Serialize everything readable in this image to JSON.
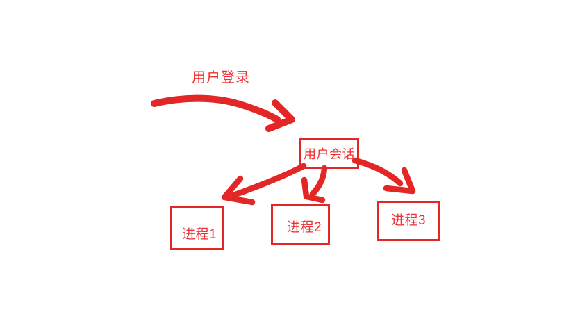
{
  "colors": {
    "ink_red": "#e32726",
    "text_red": "#ee3134",
    "background": "#ffffff"
  },
  "diagram": {
    "login_label": "用户登录",
    "session_box": {
      "label": "用户会话"
    },
    "process_boxes": [
      {
        "label": "进程1"
      },
      {
        "label": "进程2"
      },
      {
        "label": "进程3"
      }
    ],
    "connections": [
      {
        "from": "用户登录",
        "to": "用户会话"
      },
      {
        "from": "用户会话",
        "to": "进程1"
      },
      {
        "from": "用户会话",
        "to": "进程2"
      },
      {
        "from": "用户会话",
        "to": "进程3"
      }
    ]
  }
}
